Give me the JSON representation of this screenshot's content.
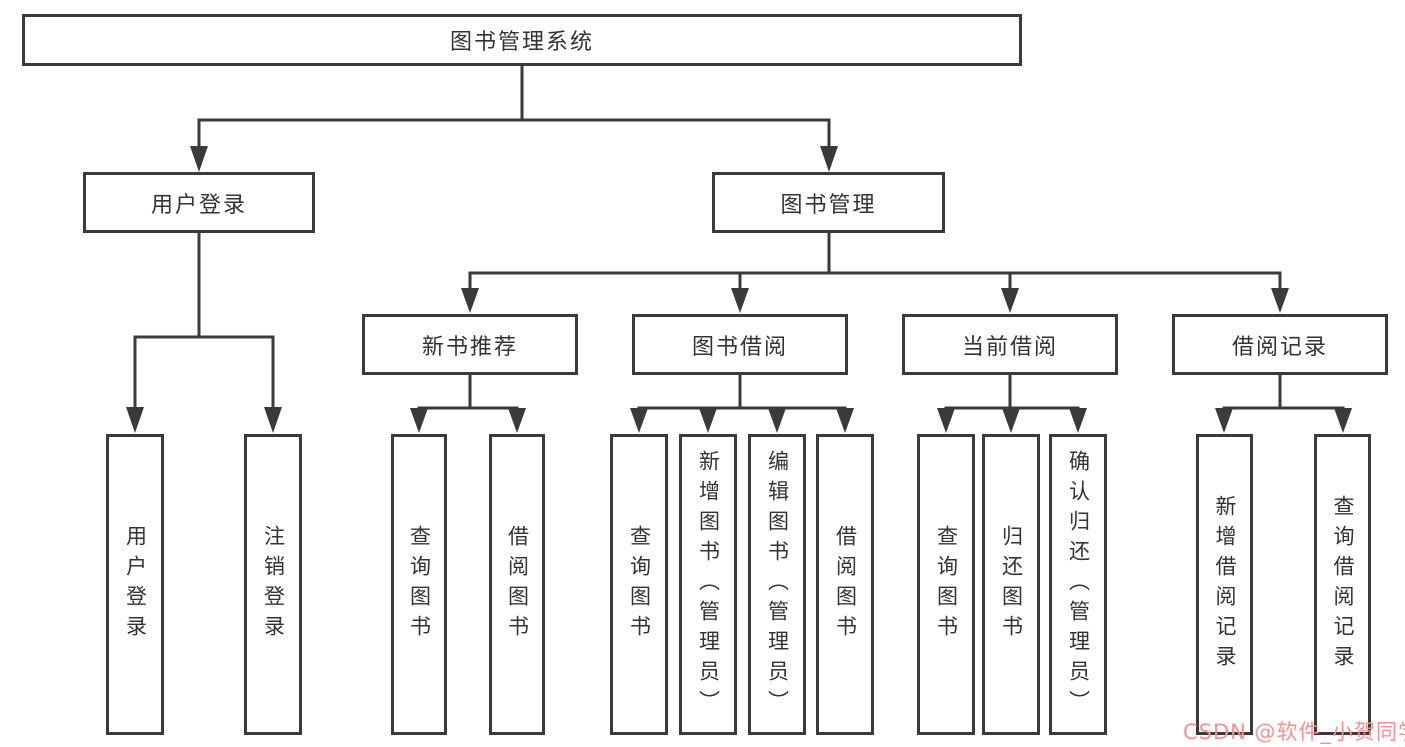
{
  "root": {
    "label": "图书管理系统"
  },
  "branches": [
    {
      "label": "用户登录",
      "leaves": [
        "用户登录",
        "注销登录"
      ]
    },
    {
      "label": "图书管理",
      "children": [
        {
          "label": "新书推荐",
          "leaves": [
            "查询图书",
            "借阅图书"
          ]
        },
        {
          "label": "图书借阅",
          "leaves": [
            "查询图书",
            "新增图书（管理员）",
            "编辑图书（管理员）",
            "借阅图书"
          ]
        },
        {
          "label": "当前借阅",
          "leaves": [
            "查询图书",
            "归还图书",
            "确认归还（管理员）"
          ]
        },
        {
          "label": "借阅记录",
          "leaves": [
            "新增借阅记录",
            "查询借阅记录"
          ]
        }
      ]
    }
  ],
  "watermark": {
    "text": "CSDN @软件_小贺同学",
    "color": "#fb8f8f"
  },
  "colors": {
    "line": "#3a3a3a",
    "text": "#333333",
    "box_bg": "#ffffff",
    "page_bg": "#ffffff"
  }
}
